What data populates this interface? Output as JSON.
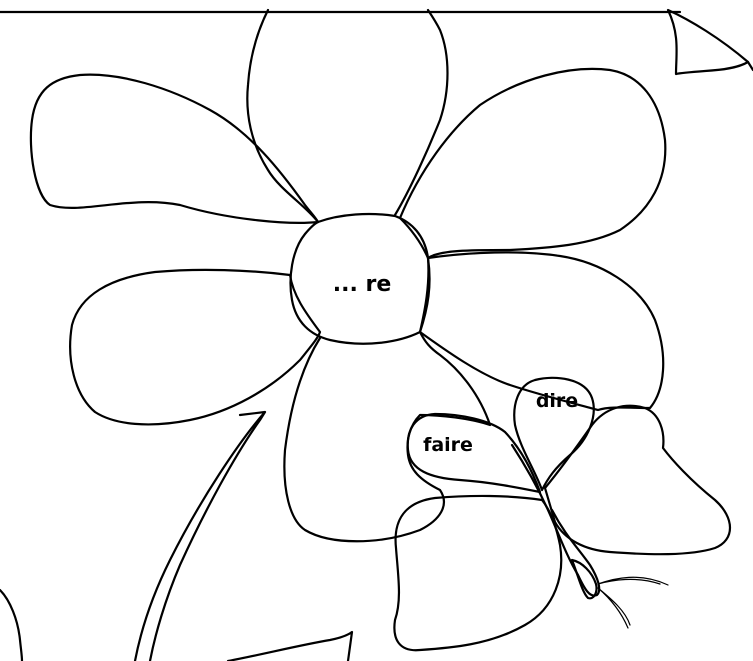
{
  "center_label": "... re",
  "petal_labels": {
    "left": "faire",
    "top": "dire"
  }
}
